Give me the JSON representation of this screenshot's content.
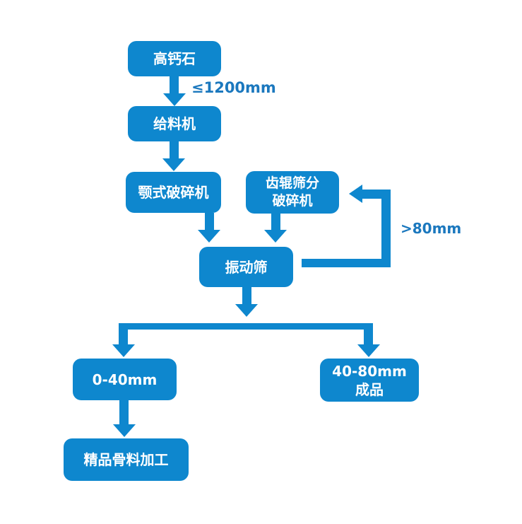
{
  "diagram": {
    "type": "flowchart",
    "nodes": {
      "high_calcium_stone": {
        "label": "高钙石"
      },
      "feeder": {
        "label": "给料机"
      },
      "jaw_crusher": {
        "label": "颚式破碎机"
      },
      "toothed_roller_screening_crusher": {
        "label": "齿辊筛分\n破碎机"
      },
      "vibrating_screen": {
        "label": "振动筛"
      },
      "product_0_40mm": {
        "label": "0-40mm"
      },
      "product_40_80mm_finished": {
        "label": "40-80mm\n成品"
      },
      "premium_aggregate_processing": {
        "label": "精品骨料加工"
      }
    },
    "edge_labels": {
      "max_feed_size": {
        "text": "≤1200mm"
      },
      "oversize_return": {
        "text": ">80mm"
      }
    },
    "edges": [
      {
        "from": "high_calcium_stone",
        "to": "feeder",
        "label": "≤1200mm"
      },
      {
        "from": "feeder",
        "to": "jaw_crusher"
      },
      {
        "from": "jaw_crusher",
        "to": "vibrating_screen"
      },
      {
        "from": "toothed_roller_screening_crusher",
        "to": "vibrating_screen"
      },
      {
        "from": "vibrating_screen",
        "to": "toothed_roller_screening_crusher",
        "label": ">80mm"
      },
      {
        "from": "vibrating_screen",
        "to": "product_0_40mm"
      },
      {
        "from": "vibrating_screen",
        "to": "product_40_80mm_finished"
      },
      {
        "from": "product_0_40mm",
        "to": "premium_aggregate_processing"
      }
    ],
    "colors": {
      "node_fill": "#0E87CE",
      "node_text": "#FFFFFF",
      "edge_label_text": "#1B78BE",
      "background": "#FFFFFF"
    }
  }
}
